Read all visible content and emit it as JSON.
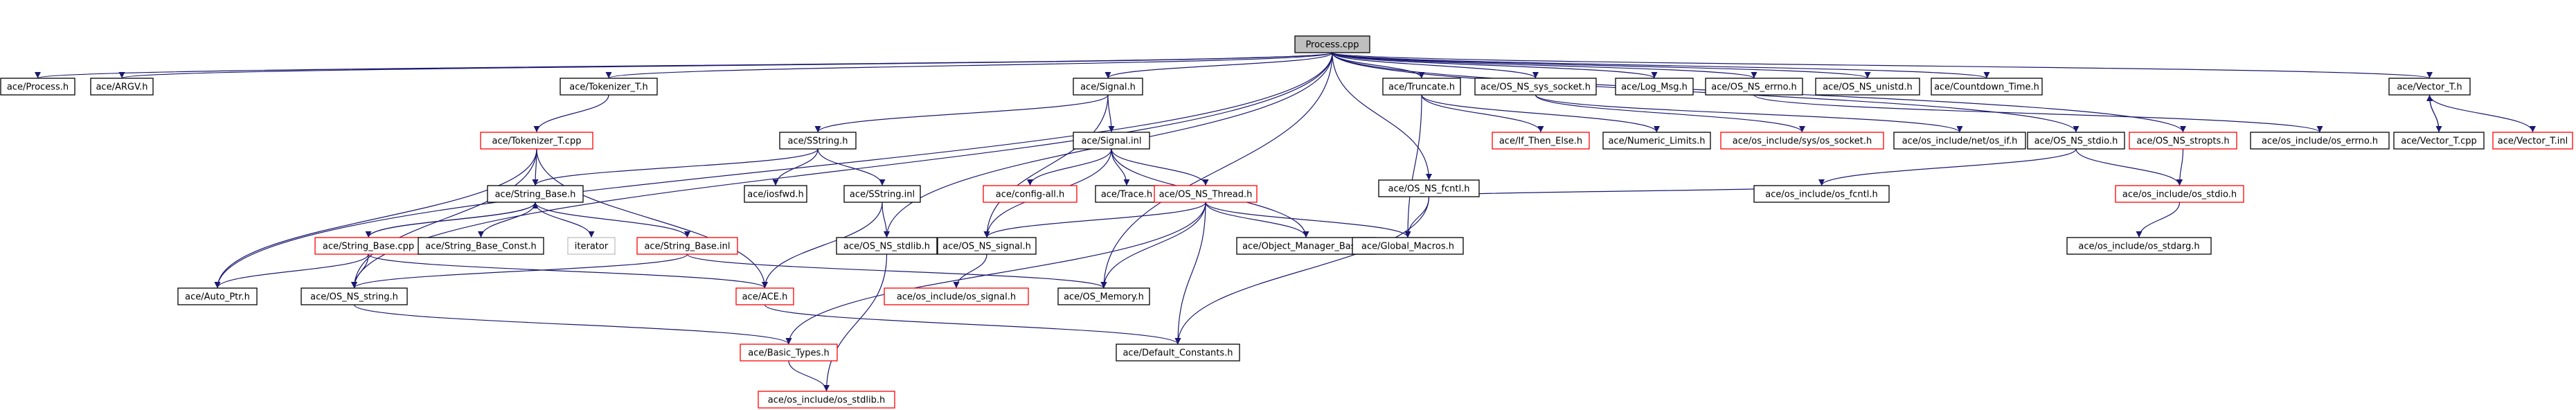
{
  "colors": {
    "edge": "#191970",
    "normal_border": "#000000",
    "missing_border": "#ff0000",
    "root_fill": "#bfbfbf",
    "node_fill": "#ffffff"
  },
  "graph": {
    "nodes": [
      {
        "id": "n0",
        "label": "Process.cpp",
        "style": "root"
      },
      {
        "id": "n1",
        "label": "ace/Process.h",
        "style": "normal"
      },
      {
        "id": "n2",
        "label": "ace/ARGV.h",
        "style": "normal"
      },
      {
        "id": "n3",
        "label": "ace/Tokenizer_T.h",
        "style": "normal"
      },
      {
        "id": "n4",
        "label": "ace/Signal.h",
        "style": "normal"
      },
      {
        "id": "n5",
        "label": "ace/Truncate.h",
        "style": "normal"
      },
      {
        "id": "n6",
        "label": "ace/OS_NS_sys_socket.h",
        "style": "normal"
      },
      {
        "id": "n7",
        "label": "ace/Log_Msg.h",
        "style": "normal"
      },
      {
        "id": "n8",
        "label": "ace/OS_NS_errno.h",
        "style": "normal"
      },
      {
        "id": "n9",
        "label": "ace/OS_NS_unistd.h",
        "style": "normal"
      },
      {
        "id": "n10",
        "label": "ace/Countdown_Time.h",
        "style": "normal"
      },
      {
        "id": "n11",
        "label": "ace/Vector_T.h",
        "style": "normal"
      },
      {
        "id": "n12",
        "label": "ace/Tokenizer_T.cpp",
        "style": "missing"
      },
      {
        "id": "n13",
        "label": "ace/SString.h",
        "style": "normal"
      },
      {
        "id": "n14",
        "label": "ace/Signal.inl",
        "style": "normal"
      },
      {
        "id": "n15",
        "label": "ace/If_Then_Else.h",
        "style": "missing"
      },
      {
        "id": "n16",
        "label": "ace/Numeric_Limits.h",
        "style": "normal"
      },
      {
        "id": "n17",
        "label": "ace/os_include/sys/os_socket.h",
        "style": "missing"
      },
      {
        "id": "n18",
        "label": "ace/os_include/net/os_if.h",
        "style": "normal"
      },
      {
        "id": "n19",
        "label": "ace/OS_NS_stdio.h",
        "style": "normal"
      },
      {
        "id": "n20",
        "label": "ace/OS_NS_stropts.h",
        "style": "missing"
      },
      {
        "id": "n21",
        "label": "ace/os_include/os_errno.h",
        "style": "normal"
      },
      {
        "id": "n22",
        "label": "ace/Vector_T.cpp",
        "style": "normal"
      },
      {
        "id": "n23",
        "label": "ace/Vector_T.inl",
        "style": "missing"
      },
      {
        "id": "n24",
        "label": "ace/OS_NS_fcntl.h",
        "style": "normal"
      },
      {
        "id": "n25",
        "label": "ace/String_Base.h",
        "style": "normal"
      },
      {
        "id": "n26",
        "label": "ace/iosfwd.h",
        "style": "normal"
      },
      {
        "id": "n27",
        "label": "ace/SString.inl",
        "style": "normal"
      },
      {
        "id": "n28",
        "label": "ace/config-all.h",
        "style": "missing"
      },
      {
        "id": "n29",
        "label": "ace/Trace.h",
        "style": "normal"
      },
      {
        "id": "n30",
        "label": "ace/OS_NS_Thread.h",
        "style": "missing"
      },
      {
        "id": "n31",
        "label": "ace/os_include/os_fcntl.h",
        "style": "normal"
      },
      {
        "id": "n32",
        "label": "ace/os_include/os_stdio.h",
        "style": "missing"
      },
      {
        "id": "n33",
        "label": "ace/String_Base.cpp",
        "style": "missing"
      },
      {
        "id": "n34",
        "label": "ace/String_Base_Const.h",
        "style": "normal"
      },
      {
        "id": "n35",
        "label": "iterator",
        "style": "plain"
      },
      {
        "id": "n36",
        "label": "ace/String_Base.inl",
        "style": "missing"
      },
      {
        "id": "n37",
        "label": "ace/OS_NS_stdlib.h",
        "style": "normal"
      },
      {
        "id": "n38",
        "label": "ace/OS_NS_signal.h",
        "style": "normal"
      },
      {
        "id": "n39",
        "label": "ace/Object_Manager_Base.h",
        "style": "normal"
      },
      {
        "id": "n40",
        "label": "ace/Global_Macros.h",
        "style": "normal"
      },
      {
        "id": "n41",
        "label": "ace/os_include/os_stdarg.h",
        "style": "normal"
      },
      {
        "id": "n42",
        "label": "ace/Auto_Ptr.h",
        "style": "normal"
      },
      {
        "id": "n43",
        "label": "ace/OS_NS_string.h",
        "style": "normal"
      },
      {
        "id": "n44",
        "label": "ace/ACE.h",
        "style": "missing"
      },
      {
        "id": "n45",
        "label": "ace/os_include/os_signal.h",
        "style": "missing"
      },
      {
        "id": "n46",
        "label": "ace/OS_Memory.h",
        "style": "normal"
      },
      {
        "id": "n47",
        "label": "ace/Basic_Types.h",
        "style": "missing"
      },
      {
        "id": "n48",
        "label": "ace/Default_Constants.h",
        "style": "normal"
      },
      {
        "id": "n49",
        "label": "ace/os_include/os_stdlib.h",
        "style": "missing"
      }
    ],
    "edges": [
      [
        "n0",
        "n1"
      ],
      [
        "n0",
        "n2"
      ],
      [
        "n0",
        "n3"
      ],
      [
        "n0",
        "n4"
      ],
      [
        "n0",
        "n5"
      ],
      [
        "n0",
        "n6"
      ],
      [
        "n0",
        "n7"
      ],
      [
        "n0",
        "n8"
      ],
      [
        "n0",
        "n9"
      ],
      [
        "n0",
        "n10"
      ],
      [
        "n0",
        "n11"
      ],
      [
        "n0",
        "n42"
      ],
      [
        "n0",
        "n43"
      ],
      [
        "n0",
        "n37"
      ],
      [
        "n0",
        "n46"
      ],
      [
        "n0",
        "n24"
      ],
      [
        "n0",
        "n19"
      ],
      [
        "n0",
        "n20"
      ],
      [
        "n3",
        "n12"
      ],
      [
        "n12",
        "n25"
      ],
      [
        "n12",
        "n42"
      ],
      [
        "n12",
        "n43"
      ],
      [
        "n12",
        "n44"
      ],
      [
        "n4",
        "n13"
      ],
      [
        "n4",
        "n14"
      ],
      [
        "n4",
        "n38"
      ],
      [
        "n13",
        "n25"
      ],
      [
        "n13",
        "n26"
      ],
      [
        "n13",
        "n27"
      ],
      [
        "n27",
        "n37"
      ],
      [
        "n27",
        "n44"
      ],
      [
        "n14",
        "n28"
      ],
      [
        "n14",
        "n29"
      ],
      [
        "n14",
        "n30"
      ],
      [
        "n14",
        "n38"
      ],
      [
        "n14",
        "n39"
      ],
      [
        "n30",
        "n38"
      ],
      [
        "n30",
        "n39"
      ],
      [
        "n30",
        "n40"
      ],
      [
        "n30",
        "n46"
      ],
      [
        "n30",
        "n47"
      ],
      [
        "n30",
        "n48"
      ],
      [
        "n38",
        "n45"
      ],
      [
        "n25",
        "n33"
      ],
      [
        "n25",
        "n34"
      ],
      [
        "n25",
        "n35"
      ],
      [
        "n25",
        "n36"
      ],
      [
        "n33",
        "n25"
      ],
      [
        "n33",
        "n42"
      ],
      [
        "n33",
        "n43"
      ],
      [
        "n33",
        "n44"
      ],
      [
        "n36",
        "n43"
      ],
      [
        "n36",
        "n46"
      ],
      [
        "n43",
        "n47"
      ],
      [
        "n44",
        "n48"
      ],
      [
        "n47",
        "n49"
      ],
      [
        "n37",
        "n49"
      ],
      [
        "n5",
        "n15"
      ],
      [
        "n5",
        "n16"
      ],
      [
        "n5",
        "n40"
      ],
      [
        "n6",
        "n17"
      ],
      [
        "n6",
        "n18"
      ],
      [
        "n8",
        "n21"
      ],
      [
        "n24",
        "n31"
      ],
      [
        "n24",
        "n40"
      ],
      [
        "n24",
        "n48"
      ],
      [
        "n19",
        "n31"
      ],
      [
        "n19",
        "n32"
      ],
      [
        "n20",
        "n32"
      ],
      [
        "n32",
        "n41"
      ],
      [
        "n11",
        "n22"
      ],
      [
        "n11",
        "n23"
      ],
      [
        "n22",
        "n11"
      ]
    ]
  }
}
